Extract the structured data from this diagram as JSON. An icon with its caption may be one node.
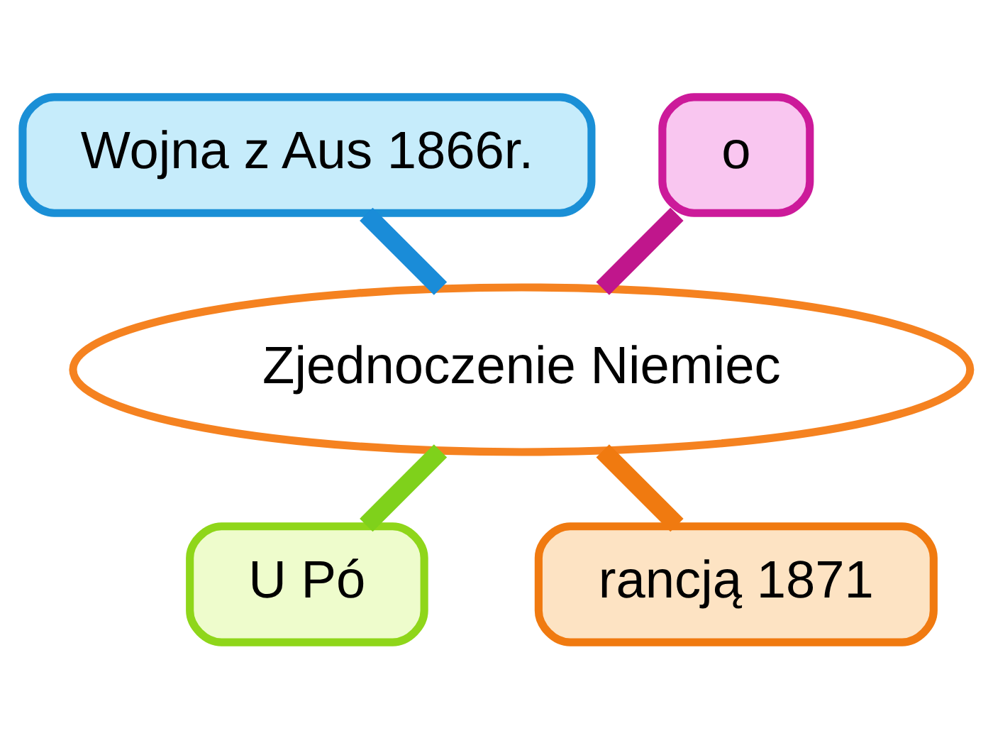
{
  "diagram": {
    "nodes": [
      {
        "text": [
          "Zjednoczenie Niemiec"
        ]
      },
      {
        "text": [
          "o"
        ]
      },
      {
        "text": [
          "Wojna z Aus 1866r."
        ]
      },
      {
        "text": [
          "U Pó"
        ]
      },
      {
        "text": [
          "rancją 1871"
        ]
      }
    ],
    "edges": [
      {
        "from": 0,
        "to": 1,
        "arrow": "none",
        "color": "#c0168c"
      },
      {
        "from": 0,
        "to": 2,
        "arrow": "none",
        "color": "#1a8cd8"
      },
      {
        "from": 0,
        "to": 3,
        "arrow": "none",
        "color": "#7fd11b"
      },
      {
        "from": 0,
        "to": 4,
        "arrow": "none",
        "color": "#f07a10"
      }
    ]
  }
}
